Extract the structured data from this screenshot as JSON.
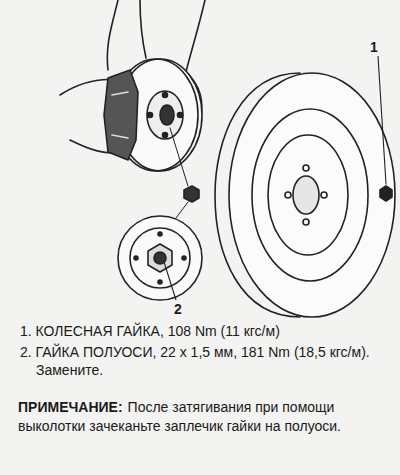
{
  "diagram": {
    "labels": [
      "1",
      "2",
      "1. КОЛЕСНАЯ ГАЙКА, 108 Nm (11 кгс/м)",
      "2. ГАЙКА ПОЛУОСИ, 22 x 1,5 мм, 181 Nm (18,5 кгс/м). Замените.",
      "ПРИМЕЧАНИЕ:",
      "После затягивания при помощи выколотки зачеканьте заплечик гайки на полуоси."
    ]
  }
}
